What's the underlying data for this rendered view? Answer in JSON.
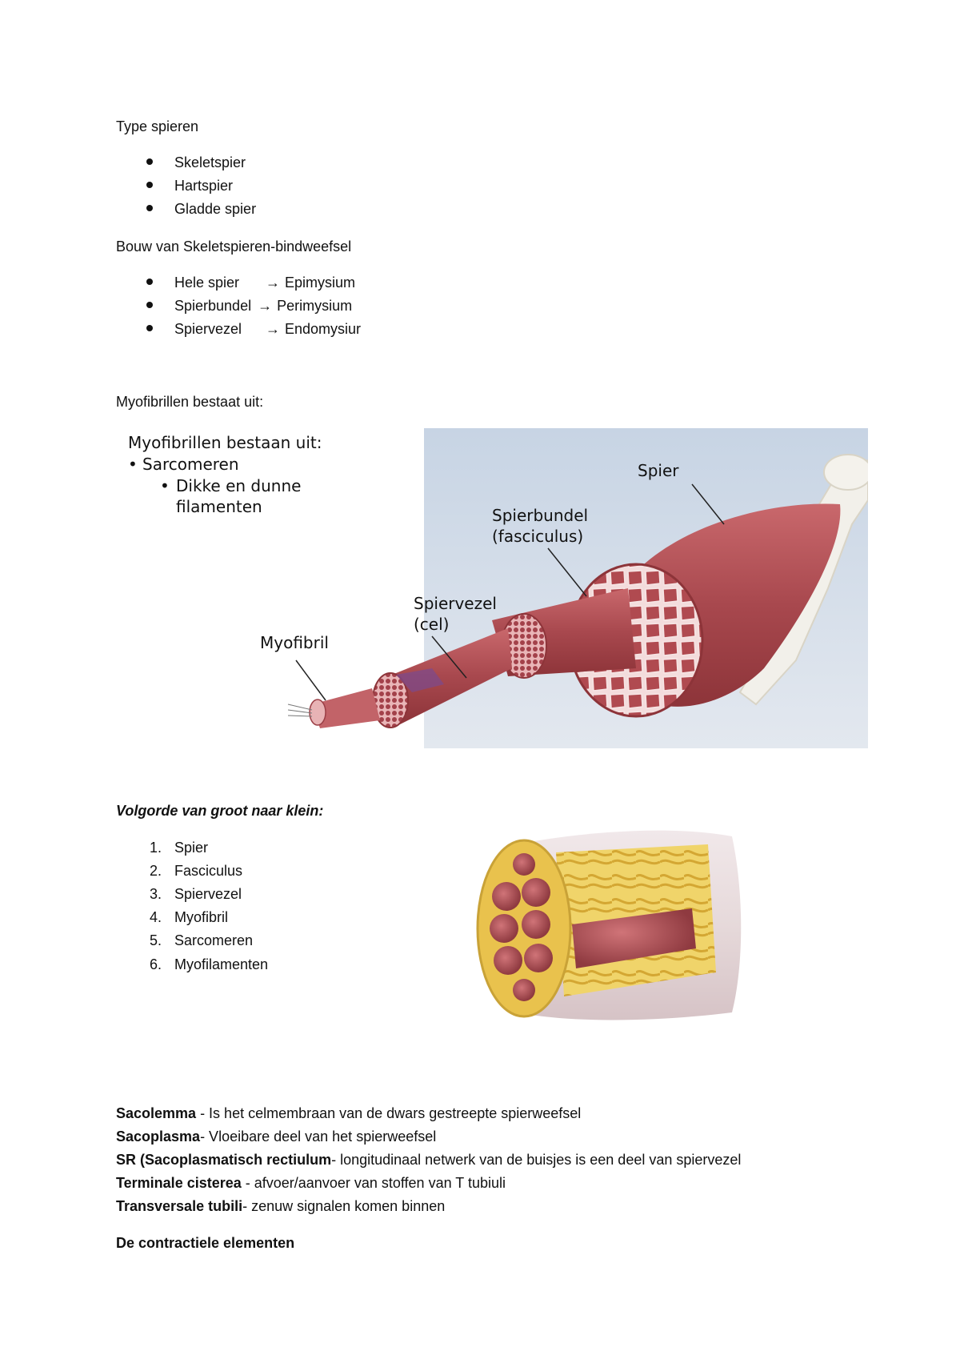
{
  "section1": {
    "heading": "Type spieren",
    "items": [
      "Skeletspier",
      "Hartspier",
      "Gladde spier"
    ]
  },
  "section2": {
    "heading": "Bouw van Skeletspieren-bindweefsel",
    "items": [
      {
        "left": "Hele spier",
        "right": "Epimysium"
      },
      {
        "left": "Spierbundel",
        "right": "Perimysium"
      },
      {
        "left": "Spiervezel",
        "right": "Endomysiur"
      }
    ],
    "arrow": "→"
  },
  "section3": {
    "heading": "Myofibrillen bestaat uit:"
  },
  "figure1": {
    "title": "Myofibrillen bestaan uit:",
    "bullet1": "Sarcomeren",
    "bullet2a": "Dikke en dunne",
    "bullet2b": "filamenten",
    "label_spier": "Spier",
    "label_bundel1": "Spierbundel",
    "label_bundel2": "(fasciculus)",
    "label_vezel1": "Spiervezel",
    "label_vezel2": "(cel)",
    "label_myofibril": "Myofibril",
    "colors": {
      "background": "#cdd8e6",
      "muscle": "#b5545a",
      "muscle_light": "#e7a3a6",
      "bone": "#f1efe8"
    }
  },
  "section4": {
    "heading": "Volgorde van groot naar klein:",
    "items": [
      "Spier",
      "Fasciculus",
      "Spiervezel",
      "Myofibril",
      "Sarcomeren",
      "Myofilamenten"
    ]
  },
  "definitions": [
    {
      "term": "Sacolemma",
      "text": " - Is het celmembraan van de dwars gestreepte spierweefsel"
    },
    {
      "term": "Sacoplasma",
      "text": "- Vloeibare deel van het spierweefsel"
    },
    {
      "term": "SR (Sacoplasmatisch rectiulum",
      "text": "- longitudinaal netwerk van de buisjes is een deel van spiervezel"
    },
    {
      "term": "Terminale cisterea",
      "text": " - afvoer/aanvoer van stoffen van T tubiuli"
    },
    {
      "term": "Transversale tubili",
      "text": "- zenuw signalen komen binnen"
    }
  ],
  "footer_heading": "De contractiele elementen"
}
